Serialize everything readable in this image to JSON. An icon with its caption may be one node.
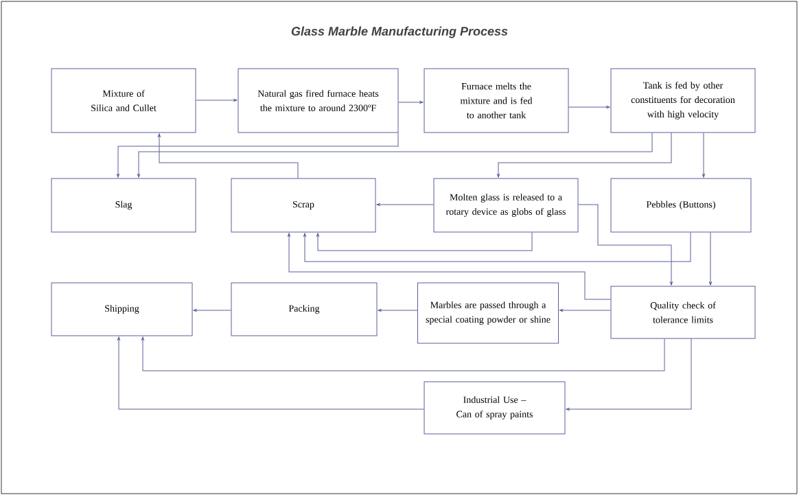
{
  "diagram": {
    "title": "Glass Marble Manufacturing Process",
    "nodes": [
      {
        "text": [
          "Mixture of Silica and Cullet"
        ]
      },
      {
        "text": [
          "Natural gas fired furnace heats the mixture to around 2300ºF"
        ]
      },
      {
        "text": [
          "Furnace melts the mixture and is fed to another tank"
        ]
      },
      {
        "text": [
          "Tank is fed by other constituents for decoration with high velocity"
        ]
      },
      {
        "text": [
          "Slag"
        ]
      },
      {
        "text": [
          "Scrap"
        ]
      },
      {
        "text": [
          "Molten glass is released to a rotary device as globs of glass"
        ]
      },
      {
        "text": [
          "Pebbles (Buttons)"
        ]
      },
      {
        "text": [
          "Shipping"
        ]
      },
      {
        "text": [
          "Packing"
        ]
      },
      {
        "text": [
          "Marbles are passed through a special coating powder or shine"
        ]
      },
      {
        "text": [
          "Quality check of tolerance limits"
        ]
      },
      {
        "text": [
          "Industrial Use – Can of spray paints"
        ]
      }
    ],
    "edges": [
      {
        "from": 0,
        "to": 1,
        "arrow": "to"
      },
      {
        "from": 1,
        "to": 2,
        "arrow": "to"
      },
      {
        "from": 2,
        "to": 3,
        "arrow": "to"
      },
      {
        "from": 1,
        "to": 4,
        "arrow": "to"
      },
      {
        "from": 3,
        "to": 4,
        "arrow": "to"
      },
      {
        "from": 5,
        "to": 0,
        "arrow": "to"
      },
      {
        "from": 3,
        "to": 6,
        "arrow": "to"
      },
      {
        "from": 3,
        "to": 7,
        "arrow": "to"
      },
      {
        "from": 6,
        "to": 5,
        "arrow": "to"
      },
      {
        "from": 6,
        "to": 5,
        "arrow": "to"
      },
      {
        "from": 7,
        "to": 5,
        "arrow": "to"
      },
      {
        "from": 11,
        "to": 5,
        "arrow": "to"
      },
      {
        "from": 6,
        "to": 11,
        "arrow": "to"
      },
      {
        "from": 7,
        "to": 11,
        "arrow": "to"
      },
      {
        "from": 11,
        "to": 10,
        "arrow": "to"
      },
      {
        "from": 10,
        "to": 9,
        "arrow": "to"
      },
      {
        "from": 9,
        "to": 8,
        "arrow": "to"
      },
      {
        "from": 11,
        "to": 8,
        "arrow": "to"
      },
      {
        "from": 11,
        "to": 12,
        "arrow": "to"
      },
      {
        "from": 12,
        "to": 8,
        "arrow": "to"
      }
    ]
  }
}
